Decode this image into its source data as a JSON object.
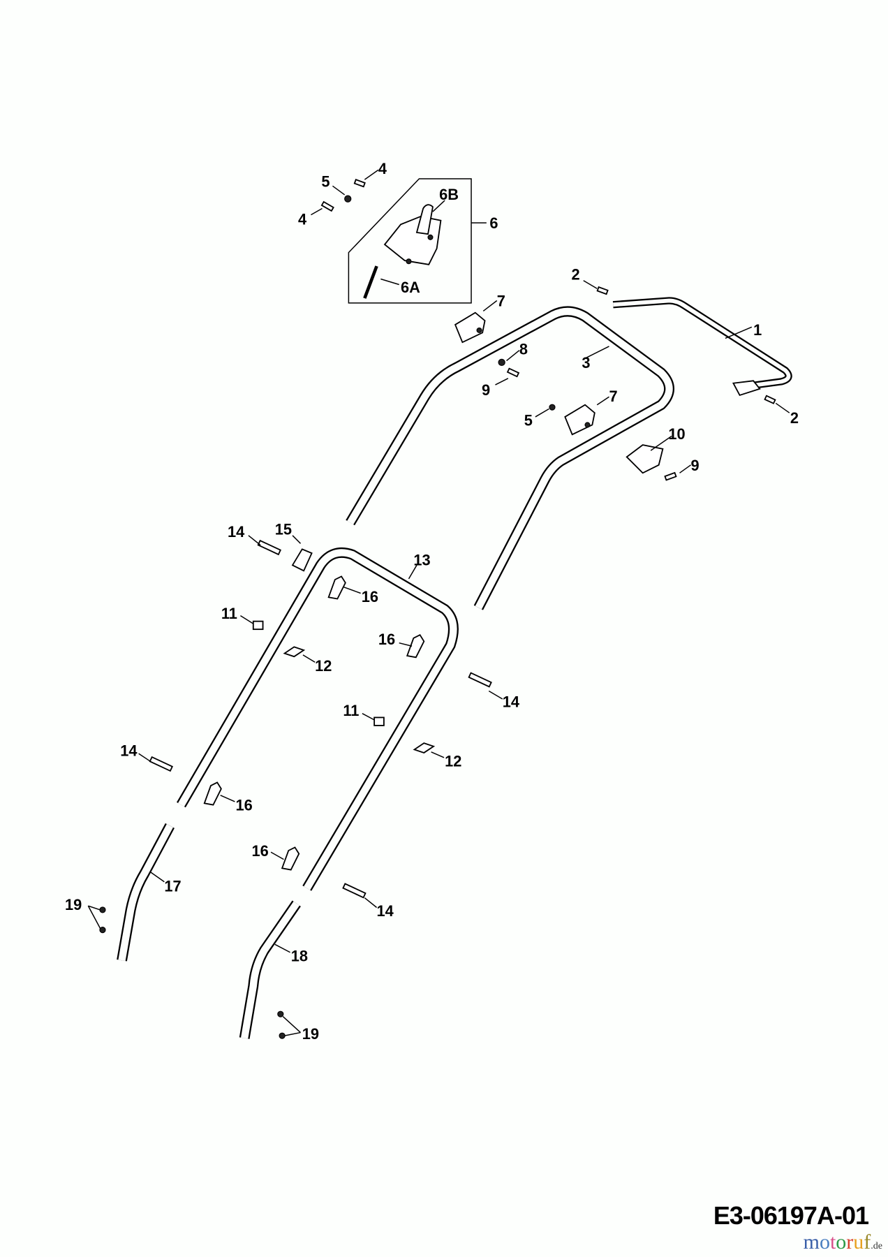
{
  "diagram_code": "E3-06197A-01",
  "watermark": {
    "text": "motoruf",
    "suffix": ".de"
  },
  "labels": [
    "1",
    "2",
    "2",
    "3",
    "4",
    "4",
    "5",
    "5",
    "6",
    "6A",
    "6B",
    "7",
    "7",
    "8",
    "9",
    "9",
    "10",
    "11",
    "11",
    "12",
    "12",
    "13",
    "14",
    "14",
    "14",
    "14",
    "15",
    "16",
    "16",
    "16",
    "16",
    "17",
    "18",
    "19",
    "19"
  ]
}
